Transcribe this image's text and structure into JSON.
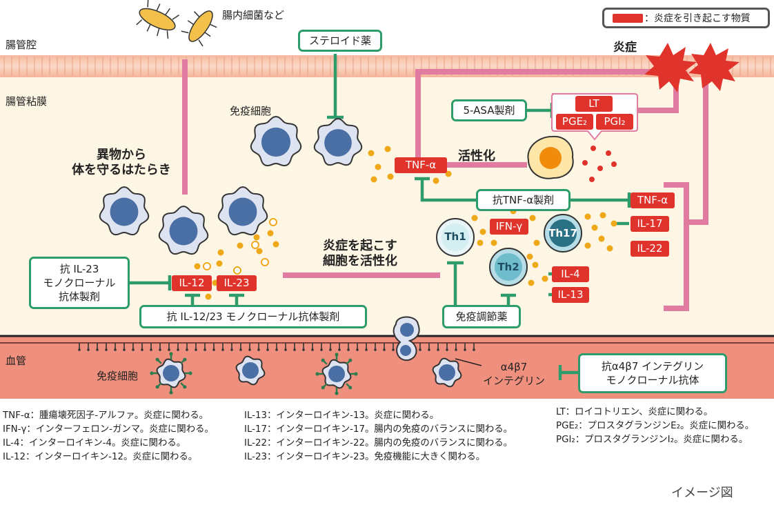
{
  "regions": {
    "lumen": "腸管腔",
    "mucosa": "腸管粘膜",
    "vessel": "血管"
  },
  "bacteria_label": "腸内細菌など",
  "legend": {
    "text": "：炎症を引き起こす物質",
    "color": "#e0332b"
  },
  "inflammation_label": "炎症",
  "immune_cell_label_top": "免疫細胞",
  "immune_cell_label_vessel": "免疫細胞",
  "defense_text": [
    "異物から",
    "体を守るはたらき"
  ],
  "activation_label": "活性化",
  "activate_cells_text": [
    "炎症を起こす",
    "細胞を活性化"
  ],
  "integrin_label": [
    "α4β7",
    "インテグリン"
  ],
  "drugs": {
    "steroid": "ステロイド薬",
    "asa": "5-ASA製剤",
    "anti_tnf": "抗TNF-α製剤",
    "anti_il23": [
      "抗 IL-23",
      "モノクローナル",
      "抗体製剤"
    ],
    "anti_il12_23": "抗 IL-12/23 モノクローナル抗体製剤",
    "immunomodulator": "免疫調節薬",
    "anti_integrin": [
      "抗α4β7 インテグリン",
      "モノクローナル抗体"
    ]
  },
  "substances": {
    "tnf_center": "TNF-α",
    "tnf_right": "TNF-α",
    "lt": "LT",
    "pge2": "PGE₂",
    "pgi2": "PGI₂",
    "ifn": "IFN-γ",
    "il17": "IL-17",
    "il22": "IL-22",
    "il4": "IL-4",
    "il13": "IL-13",
    "il12": "IL-12",
    "il23": "IL-23"
  },
  "cells": {
    "th1": "Th1",
    "th17": "Th17",
    "th2": "Th2"
  },
  "glossary": {
    "col1": [
      "TNF-α：腫瘍壊死因子-アルファ。炎症に関わる。",
      "IFN-γ：インターフェロン-ガンマ。炎症に関わる。",
      "IL-4：インターロイキン-4。炎症に関わる。",
      "IL-12：インターロイキン-12。炎症に関わる。"
    ],
    "col2": [
      "IL-13：インターロイキン-13。炎症に関わる。",
      "IL-17：インターロイキン-17。腸内の免疫のバランスに関わる。",
      "IL-22：インターロイキン-22。腸内の免疫のバランスに関わる。",
      "IL-23：インターロイキン-23。免疫機能に大きく関わる。"
    ],
    "col3": [
      "LT：ロイコトリエン、炎症に関わる。",
      "PGE₂：プロスタグランジンE₂。炎症に関わる。",
      "PGI₂：プロスタグランジンI₂。炎症に関わる。"
    ]
  },
  "image_note": "イメージ図",
  "colors": {
    "pink_line": "#e17ba0",
    "green_line": "#2e9b6a",
    "red_substance": "#e0332b",
    "mucosa_bg": "#fdf6e4",
    "villi": "#f7c3a8",
    "vessel": "#ee8c7c",
    "cell_nucleus": "#4a6fa5"
  }
}
